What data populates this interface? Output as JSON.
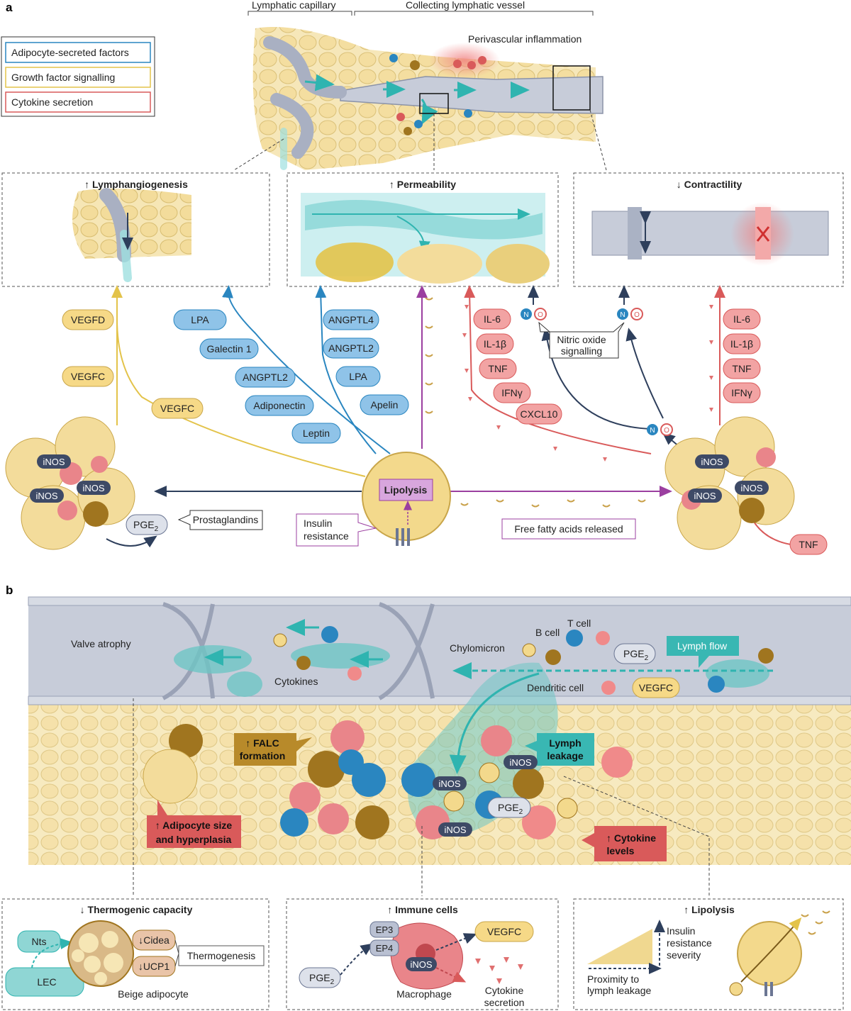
{
  "panel_a": {
    "letter": "a",
    "brace_left": "Lymphatic capillary",
    "brace_right": "Collecting lymphatic vessel",
    "perivascular": "Perivascular inflammation",
    "legend": [
      {
        "label": "Adipocyte-secreted factors",
        "color": "#2a86c0"
      },
      {
        "label": "Growth factor signalling",
        "color": "#e3c34a"
      },
      {
        "label": "Cytokine secretion",
        "color": "#d95a5a"
      }
    ],
    "box_lymph": "↑ Lymphangiogenesis",
    "box_perm": "↑ Permeability",
    "box_contr": "↓ Contractility",
    "vegf": [
      "VEGFD",
      "VEGFC",
      "VEGFC"
    ],
    "blue_factors": [
      "LPA",
      "Galectin 1",
      "ANGPTL2",
      "Adiponectin",
      "Leptin"
    ],
    "blue_factors2": [
      "ANGPTL4",
      "ANGPTL2",
      "LPA",
      "Apelin"
    ],
    "cytokines_mid": [
      "IL-6",
      "IL-1β",
      "TNF",
      "IFNγ",
      "CXCL10"
    ],
    "cytokines_right": [
      "IL-6",
      "IL-1β",
      "TNF",
      "IFNγ"
    ],
    "no_label": [
      "N",
      "O"
    ],
    "nitric": [
      "Nitric oxide",
      "signalling"
    ],
    "inos": "iNOS",
    "pge2": "PGE",
    "pge2_sub": "2",
    "prostaglandins": "Prostaglandins",
    "lipolysis": "Lipolysis",
    "insulin": [
      "Insulin",
      "resistance"
    ],
    "ffa": "Free fatty acids released",
    "tnf": "TNF"
  },
  "panel_b": {
    "letter": "b",
    "valve_atrophy": "Valve atrophy",
    "cytokines": "Cytokines",
    "chylomicron": "Chylomicron",
    "b_cell": "B cell",
    "t_cell": "T cell",
    "pge2": "PGE",
    "pge2_sub": "2",
    "lymph_flow": "Lymph flow",
    "dendritic": "Dendritic cell",
    "vegfc": "VEGFC",
    "falc": [
      "↑ FALC",
      "formation"
    ],
    "lymph_leak": [
      "Lymph",
      "leakage"
    ],
    "adipocyte_size": [
      "↑ Adipocyte size",
      "and hyperplasia"
    ],
    "cytokine_levels": [
      "↑ Cytokine",
      "levels"
    ],
    "inos": "iNOS",
    "box_thermo": "↓ Thermogenic capacity",
    "box_immune": "↑ Immune cells",
    "box_lipo": "↑ Lipolysis",
    "nts": "Nts",
    "lec": "LEC",
    "cidea": "↓Cidea",
    "ucp1": "↓UCP1",
    "thermogenesis": "Thermogenesis",
    "beige": "Beige adipocyte",
    "ep3": "EP3",
    "ep4": "EP4",
    "macrophage": "Macrophage",
    "cytokine_secretion": [
      "Cytokine",
      "secretion"
    ],
    "insulin_sev": [
      "Insulin",
      "resistance",
      "severity"
    ],
    "proximity": [
      "Proximity to",
      "lymph leakage"
    ]
  },
  "colors": {
    "blue": "#2a86c0",
    "yellow": "#e3c34a",
    "red": "#d95a5a",
    "navy": "#2e3f5c",
    "purple": "#9b3fa0",
    "teal": "#2fb4b0",
    "fat": "#f3dc9b",
    "vessel": "#c7ccd9"
  }
}
